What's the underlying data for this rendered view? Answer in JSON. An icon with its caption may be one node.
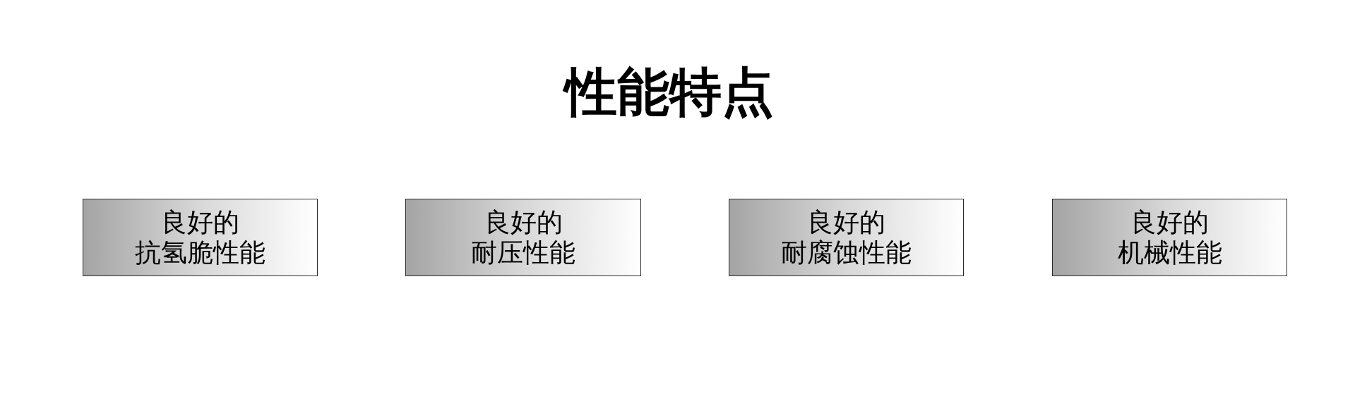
{
  "diagram": {
    "title": "性能特点",
    "nodes": [
      {
        "text": [
          "良好的抗氢脆性能"
        ]
      },
      {
        "text": [
          "良好的耐压性能"
        ]
      },
      {
        "text": [
          "良好的耐腐蚀性能"
        ]
      },
      {
        "text": [
          "良好的机械性能"
        ]
      }
    ]
  }
}
